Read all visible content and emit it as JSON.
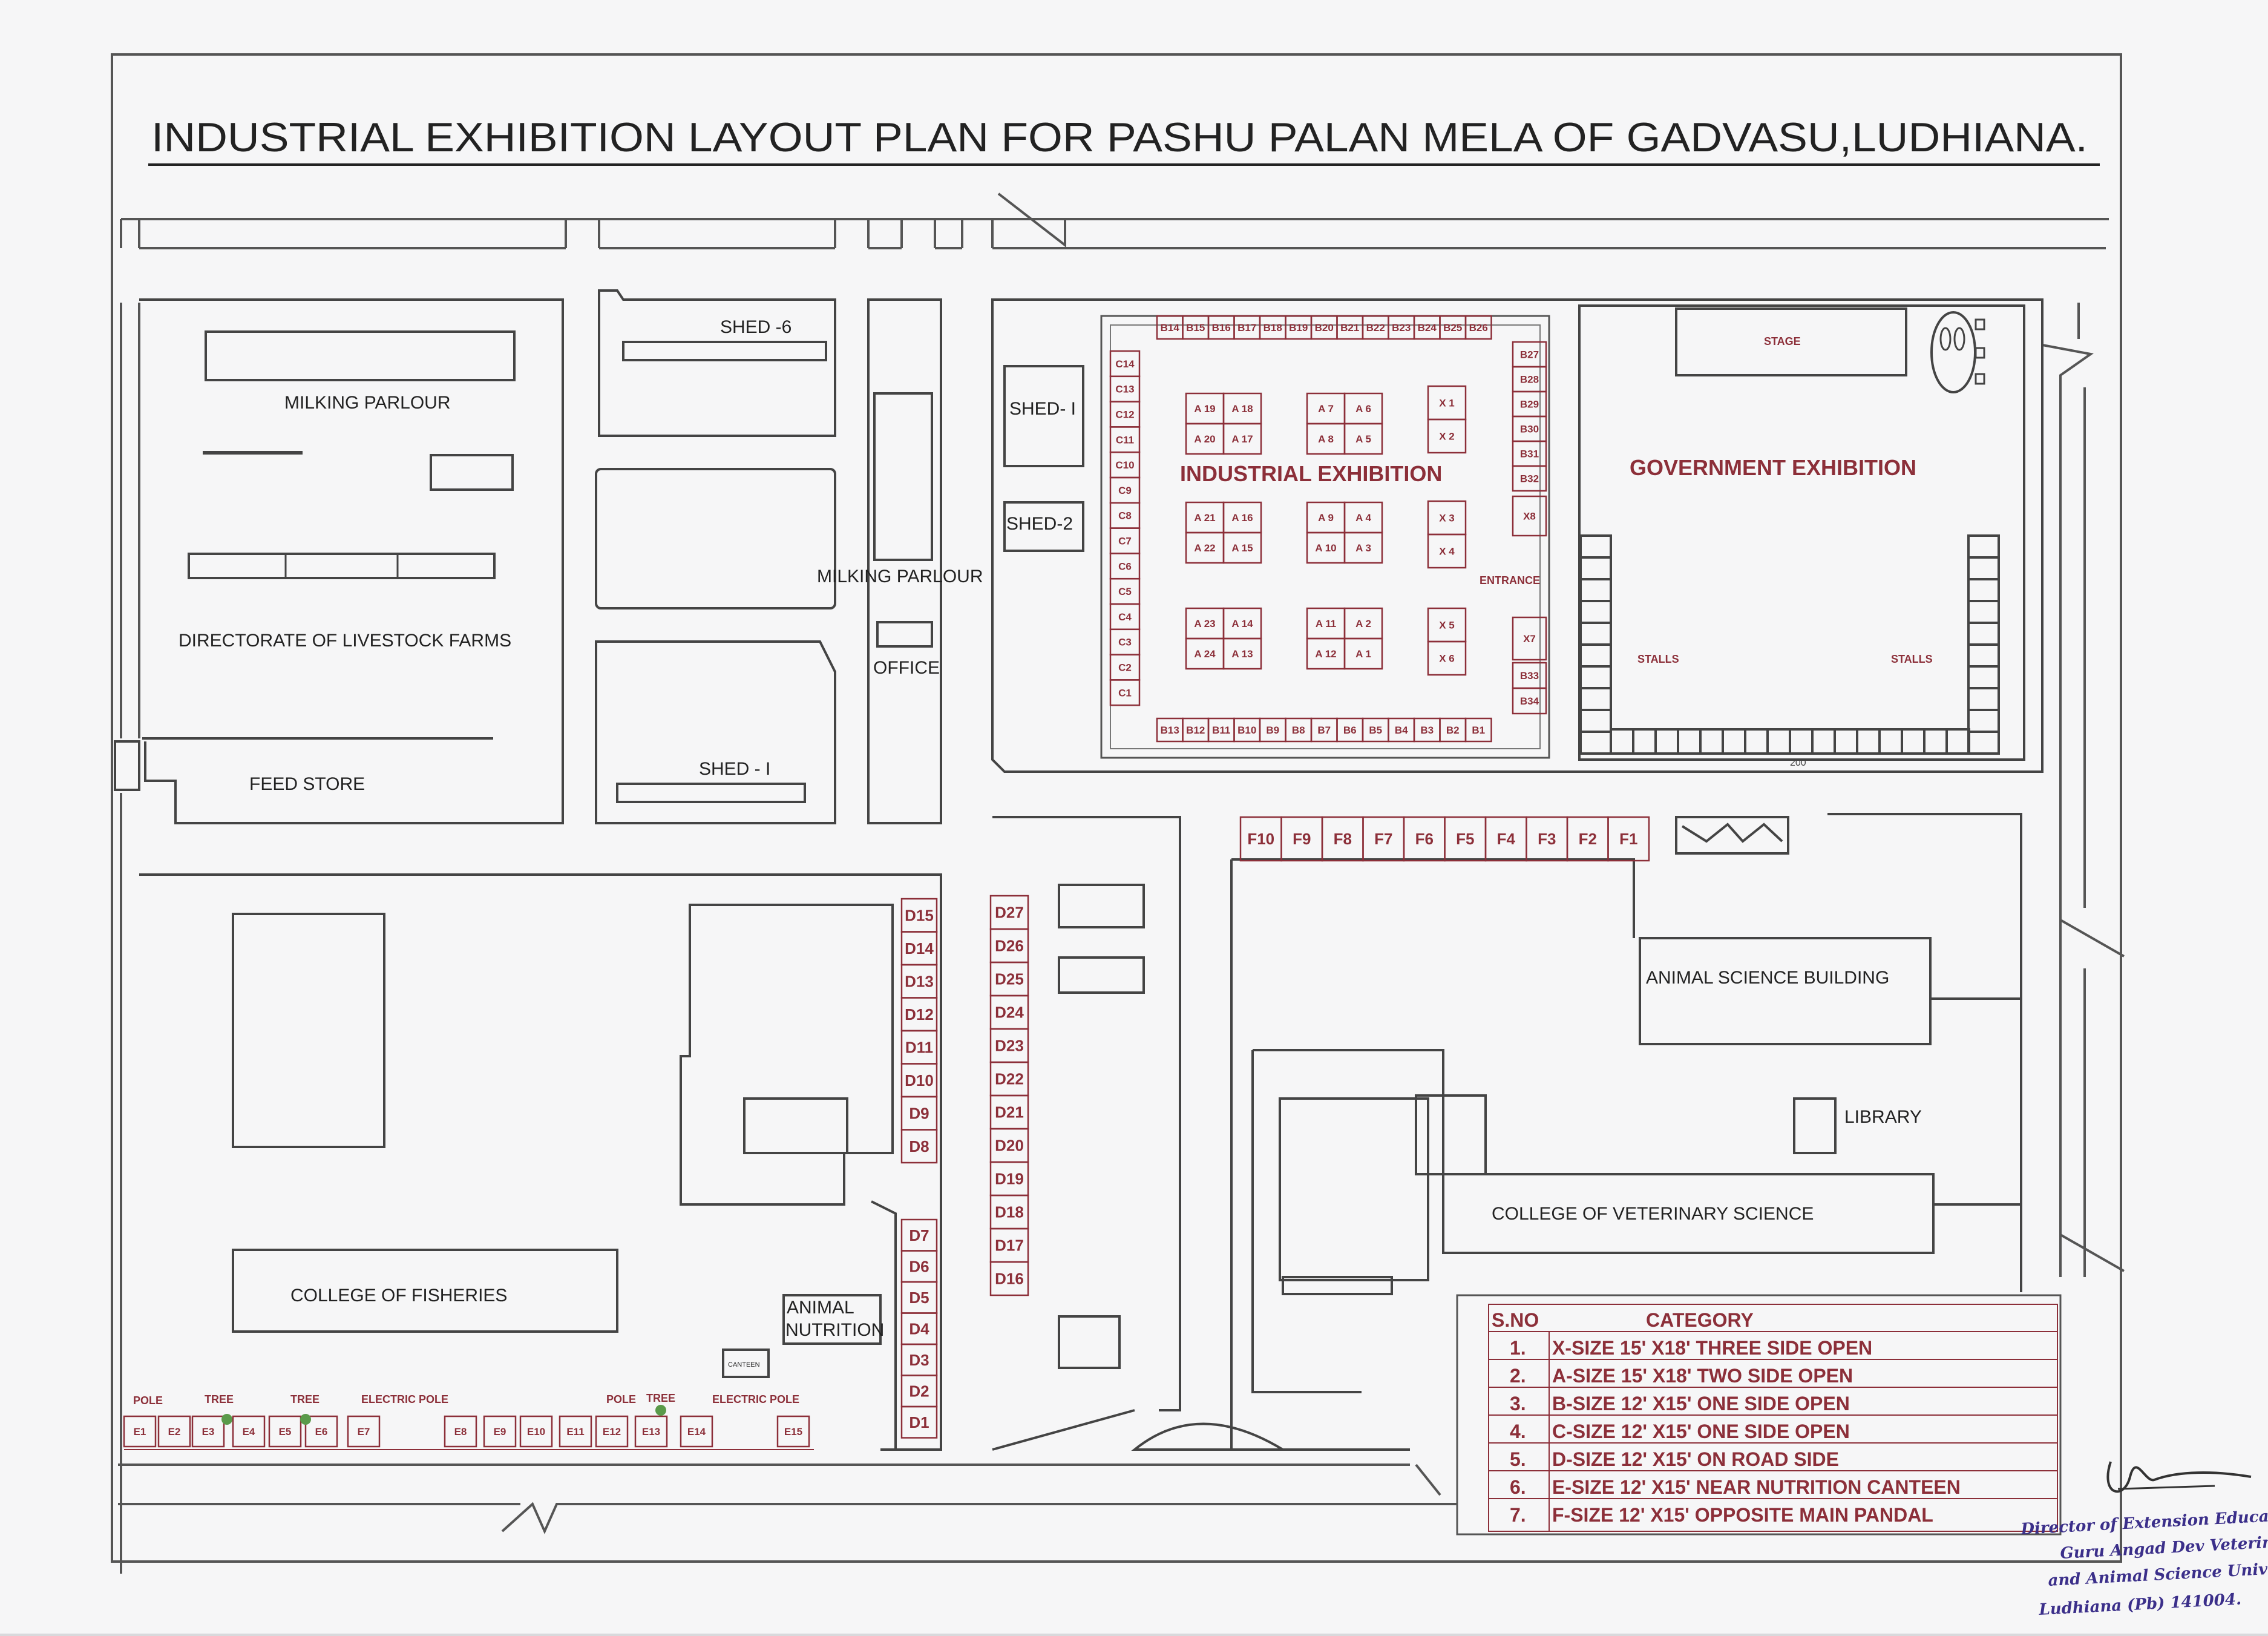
{
  "title": "INDUSTRIAL EXHIBITION LAYOUT PLAN FOR PASHU PALAN MELA OF GADVASU,LUDHIANA.",
  "labels": {
    "milking_parlour_left": "MILKING PARLOUR",
    "directorate": "DIRECTORATE OF LIVESTOCK FARMS",
    "feed_store": "FEED STORE",
    "shed6": "SHED -6",
    "shed1_small": "SHED - I",
    "milking_parlour_mid": "MILKING PARLOUR",
    "office": "OFFICE",
    "shed1": "SHED- I",
    "shed2": "SHED-2",
    "industrial_exhibition": "INDUSTRIAL EXHIBITION",
    "government_exhibition": "GOVERNMENT EXHIBITION",
    "stage": "STAGE",
    "stalls": "STALLS",
    "entrance": "ENTRANCE",
    "animal_science_building": "ANIMAL SCIENCE BUILDING",
    "library": "LIBRARY",
    "college_vet": "COLLEGE OF VETERINARY SCIENCE",
    "college_fisheries": "COLLEGE OF FISHERIES",
    "animal_nutrition_1": "ANIMAL",
    "animal_nutrition_2": "NUTRITION",
    "canteen": "CANTEEN",
    "pole": "POLE",
    "tree": "TREE",
    "electric_pole": "ELECTRIC POLE",
    "dim_200": "200"
  },
  "stalls": {
    "b_top": [
      "B14",
      "B15",
      "B16",
      "B17",
      "B18",
      "B19",
      "B20",
      "B21",
      "B22",
      "B23",
      "B24",
      "B25",
      "B26"
    ],
    "b_bottom": [
      "B13",
      "B12",
      "B11",
      "B10",
      "B9",
      "B8",
      "B7",
      "B6",
      "B5",
      "B4",
      "B3",
      "B2",
      "B1"
    ],
    "b_right_top": [
      "B27",
      "B28",
      "B29",
      "B30",
      "B31",
      "B32"
    ],
    "b_right_bottom": [
      "B33",
      "B34"
    ],
    "x_right": [
      "X8",
      "X7"
    ],
    "c_left": [
      "C14",
      "C13",
      "C12",
      "C11",
      "C10",
      "C9",
      "C8",
      "C7",
      "C6",
      "C5",
      "C4",
      "C3",
      "C2",
      "C1"
    ],
    "a_blocks": [
      [
        "A 19",
        "A 18",
        "A 20",
        "A 17"
      ],
      [
        "A 7",
        "A 6",
        "A 8",
        "A 5"
      ],
      [
        "A 21",
        "A 16",
        "A 22",
        "A 15"
      ],
      [
        "A 9",
        "A 4",
        "A 10",
        "A 3"
      ],
      [
        "A 23",
        "A 14",
        "A 24",
        "A 13"
      ],
      [
        "A 11",
        "A 2",
        "A 12",
        "A 1"
      ]
    ],
    "x_blocks": [
      [
        "X 1",
        "X 2"
      ],
      [
        "X 3",
        "X 4"
      ],
      [
        "X 5",
        "X 6"
      ]
    ],
    "f_row": [
      "F10",
      "F9",
      "F8",
      "F7",
      "F6",
      "F5",
      "F4",
      "F3",
      "F2",
      "F1"
    ],
    "d_left_top": [
      "D15",
      "D14",
      "D13",
      "D12",
      "D11",
      "D10",
      "D9",
      "D8"
    ],
    "d_left_bottom": [
      "D7",
      "D6",
      "D5",
      "D4",
      "D3",
      "D2",
      "D1"
    ],
    "d_right": [
      "D27",
      "D26",
      "D25",
      "D24",
      "D23",
      "D22",
      "D21",
      "D20",
      "D19",
      "D18",
      "D17",
      "D16"
    ],
    "e_row": [
      "E1",
      "E2",
      "E3",
      "E4",
      "E5",
      "E6",
      "E7",
      "E8",
      "E9",
      "E10",
      "E11",
      "E12",
      "E13",
      "E14",
      "E15"
    ]
  },
  "legend": {
    "header_sno": "S.NO",
    "header_category": "CATEGORY",
    "rows": [
      {
        "no": "1.",
        "text": "X-SIZE 15' X18' THREE SIDE OPEN"
      },
      {
        "no": "2.",
        "text": "A-SIZE 15' X18' TWO SIDE OPEN"
      },
      {
        "no": "3.",
        "text": "B-SIZE 12' X15' ONE SIDE OPEN"
      },
      {
        "no": "4.",
        "text": "C-SIZE 12' X15' ONE SIDE OPEN"
      },
      {
        "no": "5.",
        "text": "D-SIZE 12' X15' ON ROAD SIDE"
      },
      {
        "no": "6.",
        "text": "E-SIZE 12' X15' NEAR NUTRITION CANTEEN"
      },
      {
        "no": "7.",
        "text": "F-SIZE 12' X15' OPPOSITE MAIN PANDAL"
      }
    ]
  },
  "stamp": {
    "line1": "Director of Extension Educat",
    "line2": "Guru Angad Dev Veterinary,",
    "line3": "and Animal Science Univers",
    "line4": "Ludhiana (Pb) 141004."
  },
  "colors": {
    "stall": "#8c2f39",
    "line": "#444444",
    "paper": "#f6f6f7",
    "stamp": "#3b2f8a"
  }
}
